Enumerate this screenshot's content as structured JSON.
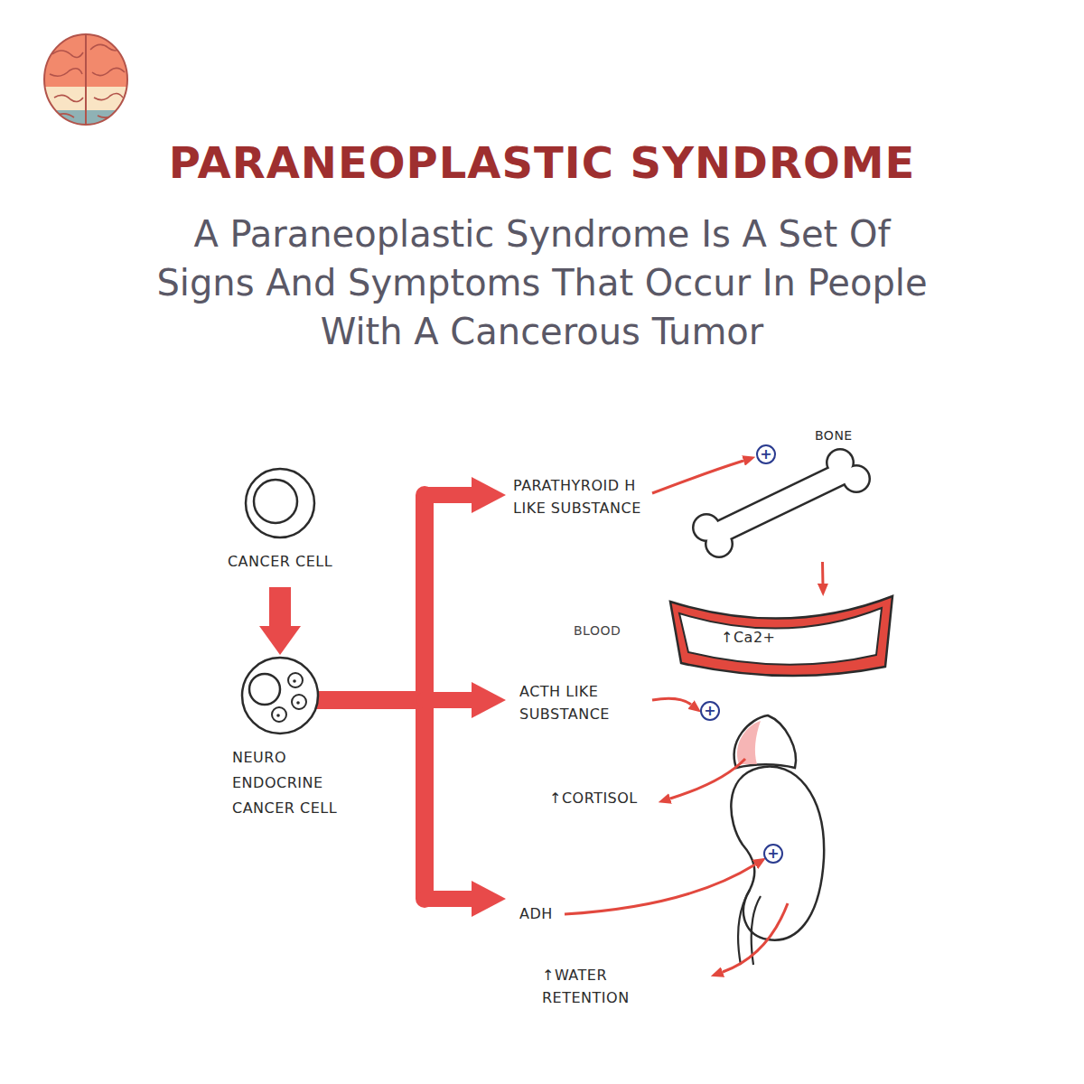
{
  "diagram": {
    "title": "PARANEOPLASTIC SYNDROME",
    "caption": "A Paraneoplastic Syndrome Is A Set Of Signs And Symptoms That Occur In People With A Cancerous Tumor",
    "nodes": [
      {
        "text": [
          "CANCER CELL"
        ]
      },
      {
        "text": [
          "NEURO ENDOCRINE CANCER CELL"
        ]
      },
      {
        "text": [
          "BONE"
        ]
      },
      {
        "text": [
          "BLOOD",
          "↑Ca2+"
        ]
      }
    ],
    "edges": [
      {
        "from": 0,
        "to": 1,
        "arrow": "to"
      },
      {
        "from": 2,
        "to": 3,
        "arrow": "to"
      }
    ],
    "labels": [
      "PARATHYROID H LIKE SUBSTANCE",
      "+",
      "ACTH LIKE SUBSTANCE",
      "+",
      "↑CORTISOL",
      "ADH",
      "+",
      "↑WATER RETENTION"
    ]
  }
}
